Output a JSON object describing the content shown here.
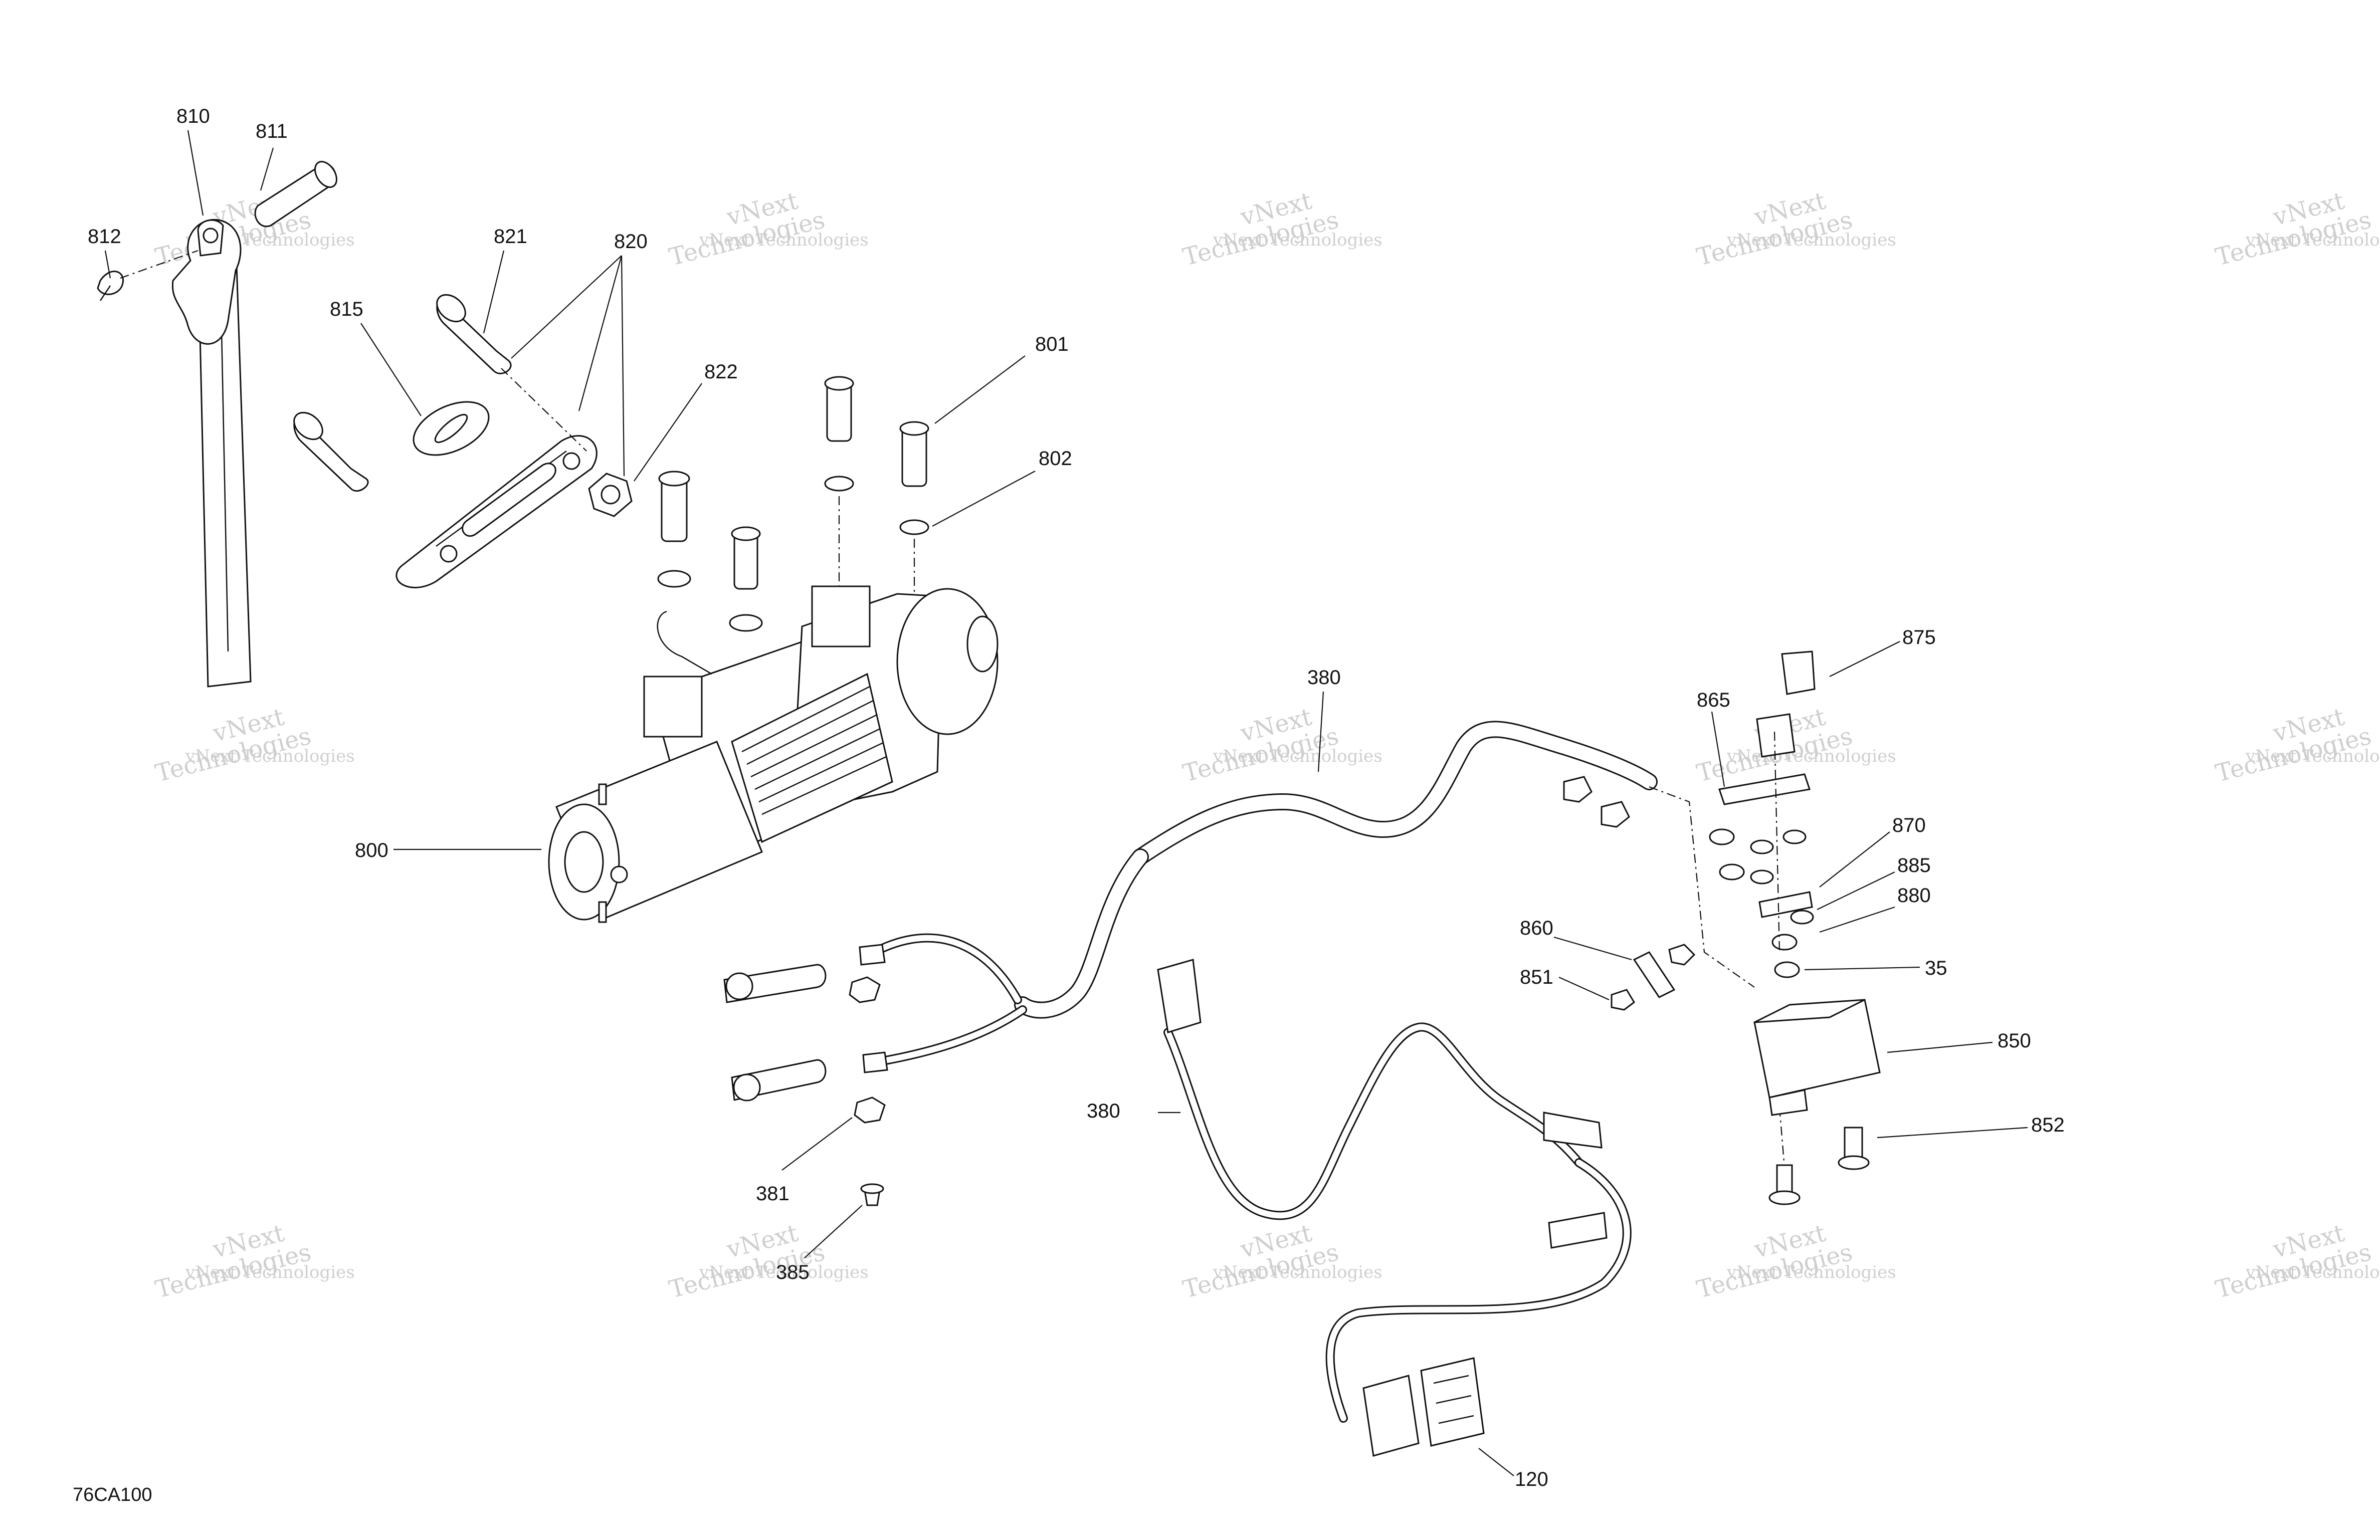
{
  "diagram_ref": "76CA100",
  "watermark_text": [
    "vNext Technologies",
    "vNext",
    "Technologies"
  ],
  "callouts": [
    "810",
    "811",
    "812",
    "821",
    "820",
    "815",
    "822",
    "801",
    "802",
    "800",
    "380",
    "865",
    "875",
    "870",
    "885",
    "880",
    "35",
    "860",
    "851",
    "850",
    "852",
    "381",
    "385",
    "120"
  ]
}
